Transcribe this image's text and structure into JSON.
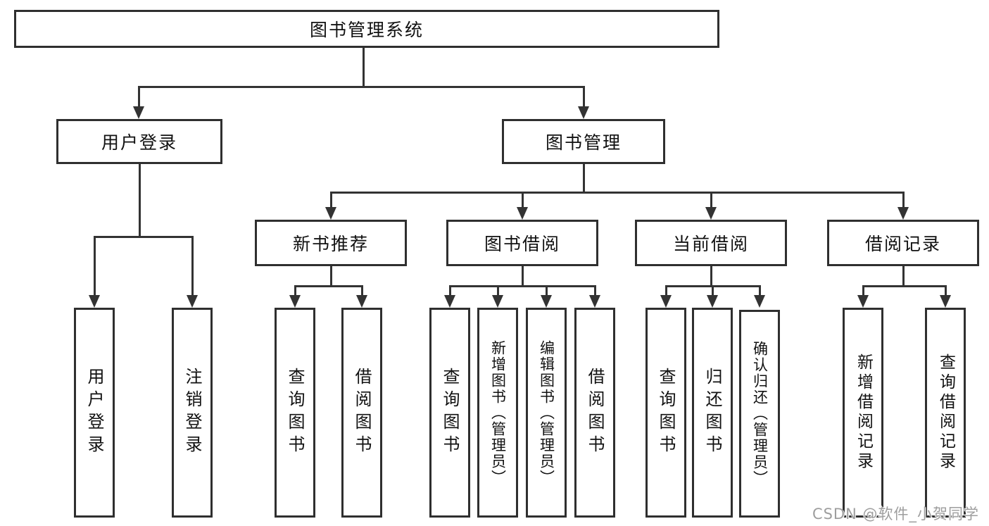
{
  "tree": {
    "root": {
      "label": "图书管理系统"
    },
    "branches": [
      {
        "label": "用户登录",
        "children": [
          "用户登录",
          "注销登录"
        ]
      },
      {
        "label": "图书管理",
        "sections": [
          {
            "label": "新书推荐",
            "children": [
              "查询图书",
              "借阅图书"
            ]
          },
          {
            "label": "图书借阅",
            "children": [
              "查询图书",
              "新增图书（管理员）",
              "编辑图书（管理员）",
              "借阅图书"
            ]
          },
          {
            "label": "当前借阅",
            "children": [
              "查询图书",
              "归还图书",
              "确认归还（管理员）"
            ]
          },
          {
            "label": "借阅记录",
            "children": [
              "新增借阅记录",
              "查询借阅记录"
            ]
          }
        ]
      }
    ]
  },
  "watermark": {
    "text": "CSDN @软件_小贺同学",
    "color": "#9e9e9e"
  },
  "colors": {
    "line": "#333333",
    "box_border": "#2f2f2f",
    "box_background": "#ffffff",
    "text": "#111111",
    "page_background": "#ffffff"
  }
}
